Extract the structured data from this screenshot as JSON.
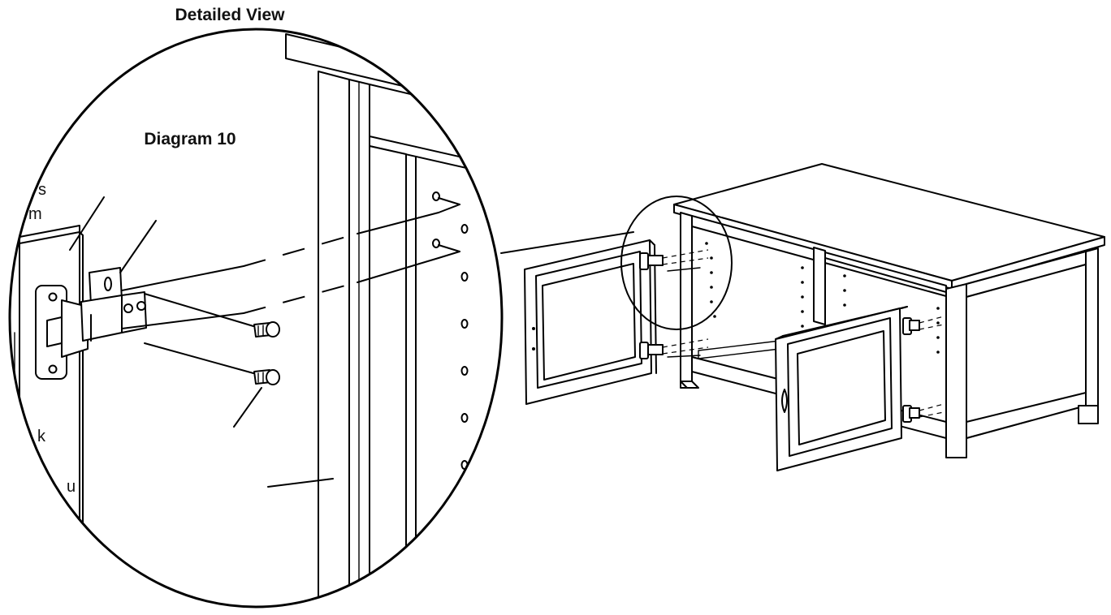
{
  "labels": {
    "detailed_view": "Detailed View",
    "diagram": "Diagram 10"
  },
  "callouts": [
    "s",
    "m",
    "k",
    "u"
  ]
}
